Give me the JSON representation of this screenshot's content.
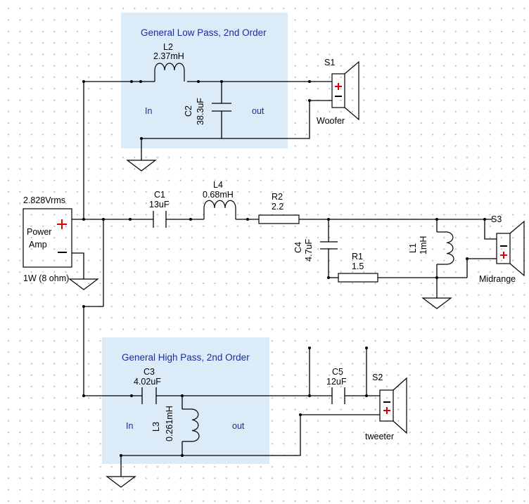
{
  "panels": {
    "low_pass": {
      "title": "General Low Pass, 2nd Order",
      "in": "In",
      "out": "out",
      "fill": "#dcebf8"
    },
    "high_pass": {
      "title": "General High Pass, 2nd Order",
      "in": "In",
      "out": "out",
      "fill": "#dcebf8"
    }
  },
  "source": {
    "name_line1": "Power",
    "name_line2": "Amp",
    "voltage": "2.828Vrms",
    "power": "1W (8 ohm)"
  },
  "components": {
    "L2": {
      "ref": "L2",
      "value": "2.37mH"
    },
    "C2": {
      "ref": "C2",
      "value": "38.3uF"
    },
    "C1": {
      "ref": "C1",
      "value": "13uF"
    },
    "L4": {
      "ref": "L4",
      "value": "0.68mH"
    },
    "R2": {
      "ref": "R2",
      "value": "2.2"
    },
    "C4": {
      "ref": "C4",
      "value": "4.7uF"
    },
    "R1": {
      "ref": "R1",
      "value": "1.5"
    },
    "L1": {
      "ref": "L1",
      "value": "1mH"
    },
    "C3": {
      "ref": "C3",
      "value": "4.02uF"
    },
    "L3": {
      "ref": "L3",
      "value": "0.261mH"
    },
    "C5": {
      "ref": "C5",
      "value": "12uF"
    }
  },
  "speakers": {
    "S1": {
      "ref": "S1",
      "name": "Woofer"
    },
    "S3": {
      "ref": "S3",
      "name": "Midrange"
    },
    "S2": {
      "ref": "S2",
      "name": "tweeter"
    }
  },
  "colors": {
    "panel": "#dcebf8",
    "wire": "#000000",
    "label_blue": "#1a2d9a",
    "polarity_plus": "#dd0000"
  },
  "icons": {
    "inductor": "coil-icon",
    "capacitor": "capacitor-icon",
    "resistor": "resistor-icon",
    "ground": "ground-icon",
    "speaker": "speaker-icon"
  }
}
